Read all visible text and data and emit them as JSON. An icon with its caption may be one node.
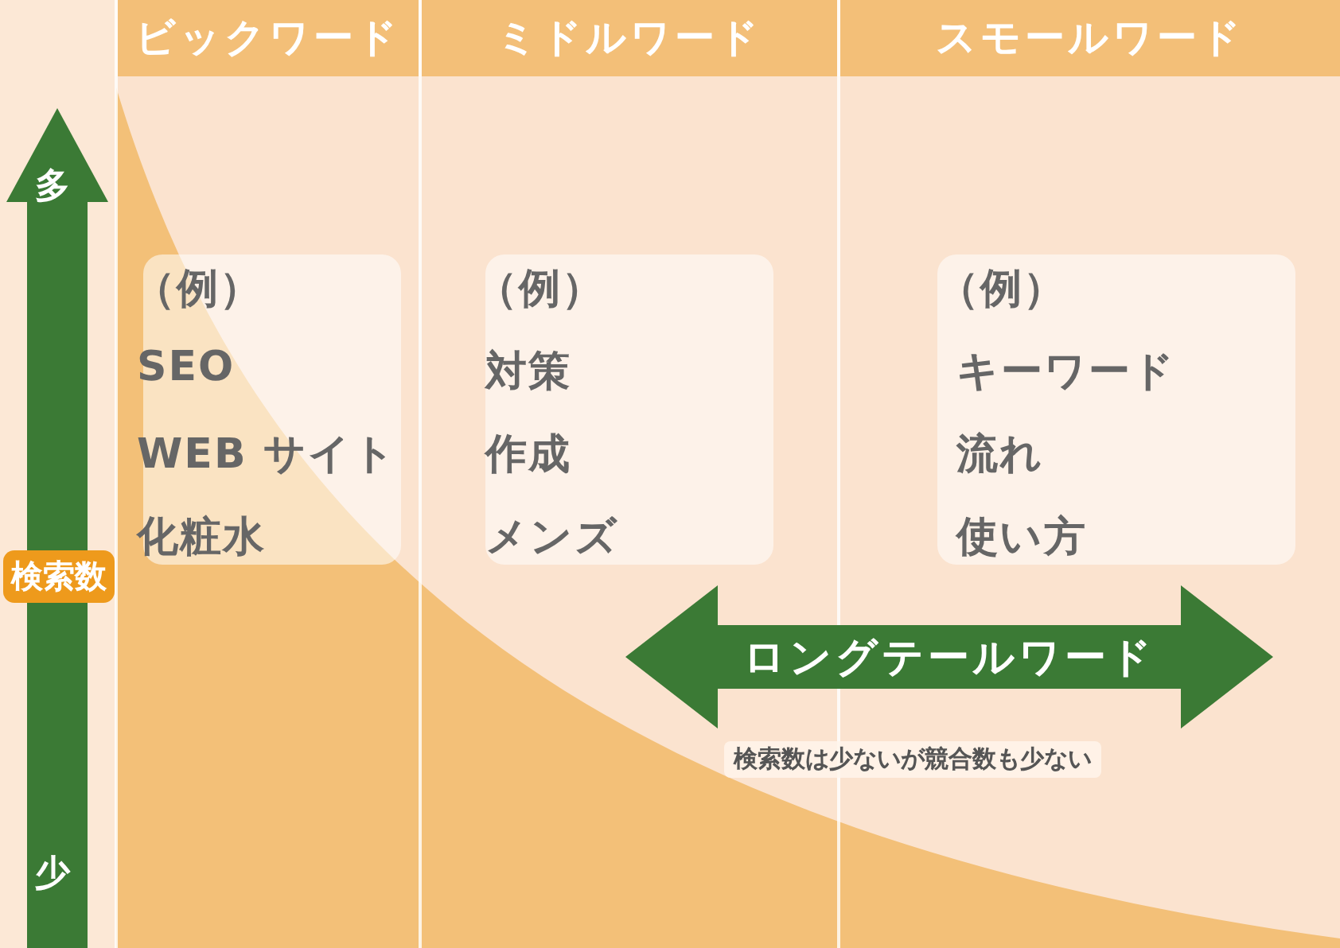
{
  "diagram": {
    "nodes": [
      {
        "text": [
          "ビックワード"
        ]
      },
      {
        "text": [
          "ミドルワード"
        ]
      },
      {
        "text": [
          "スモールワード"
        ]
      },
      {
        "text": [
          "（例）",
          "SEO",
          "WEB サイト",
          "化粧水"
        ],
        "in": 0
      },
      {
        "text": [
          "（例）",
          "対策",
          "作成",
          "メンズ"
        ],
        "in": 1
      },
      {
        "text": [
          "（例）",
          "キーワード",
          "流れ",
          "使い方"
        ],
        "in": 2
      },
      {
        "text": [
          "ロングテールワード"
        ],
        "beside": [
          "検索数は少ないが競合数も少ない"
        ]
      }
    ],
    "labels": [
      "多",
      "検索数",
      "少"
    ]
  }
}
